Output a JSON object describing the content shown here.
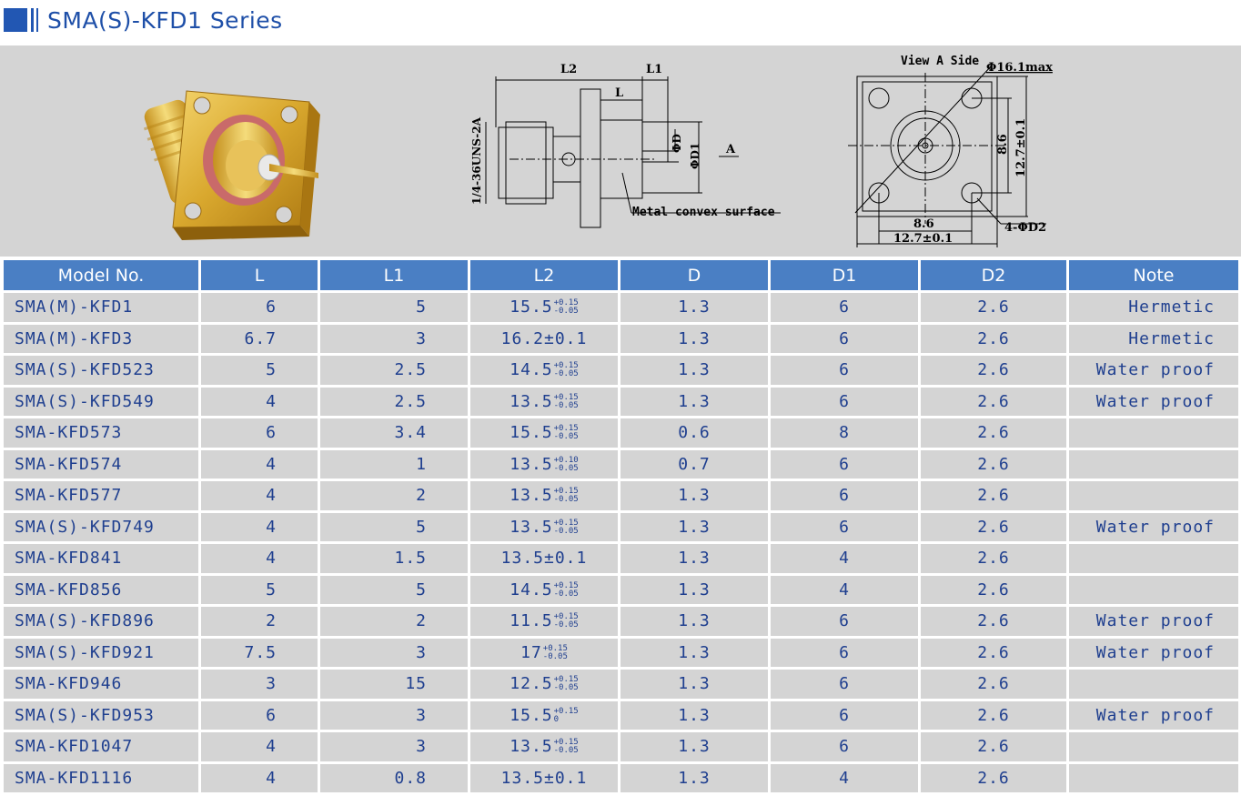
{
  "title": "SMA(S)-KFD1 Series",
  "drawing": {
    "dim_L2": "L2",
    "dim_L1": "L1",
    "dim_L": "L",
    "thread": "1/4-36UNS-2A",
    "dim_phiD": "ΦD",
    "dim_phiD1": "ΦD1",
    "arrow_A": "A",
    "metal_surface": "Metal convex surface",
    "view_label": "View A Side",
    "phi_max": "Φ16.1max",
    "dim_86_v": "8.6",
    "dim_127_v": "12.7±0.1",
    "dim_86_h": "8.6",
    "dim_127_h": "12.7±0.1",
    "holes": "4-ΦD2"
  },
  "table": {
    "headers": [
      "Model No.",
      "L",
      "L1",
      "L2",
      "D",
      "D1",
      "D2",
      "Note"
    ],
    "rows": [
      {
        "model": "SMA(M)-KFD1",
        "L": "6",
        "L1": "5",
        "L2_base": "15.5",
        "L2_tol_up": "+0.15",
        "L2_tol_dn": "-0.05",
        "L2_plain": "",
        "D": "1.3",
        "D1": "6",
        "D2": "2.6",
        "note": "Hermetic"
      },
      {
        "model": "SMA(M)-KFD3",
        "L": "6.7",
        "L1": "3",
        "L2_base": "",
        "L2_tol_up": "",
        "L2_tol_dn": "",
        "L2_plain": "16.2±0.1",
        "D": "1.3",
        "D1": "6",
        "D2": "2.6",
        "note": "Hermetic"
      },
      {
        "model": "SMA(S)-KFD523",
        "L": "5",
        "L1": "2.5",
        "L2_base": "14.5",
        "L2_tol_up": "+0.15",
        "L2_tol_dn": "-0.05",
        "L2_plain": "",
        "D": "1.3",
        "D1": "6",
        "D2": "2.6",
        "note": "Water proof"
      },
      {
        "model": "SMA(S)-KFD549",
        "L": "4",
        "L1": "2.5",
        "L2_base": "13.5",
        "L2_tol_up": "+0.15",
        "L2_tol_dn": "-0.05",
        "L2_plain": "",
        "D": "1.3",
        "D1": "6",
        "D2": "2.6",
        "note": "Water proof"
      },
      {
        "model": "SMA-KFD573",
        "L": "6",
        "L1": "3.4",
        "L2_base": "15.5",
        "L2_tol_up": "+0.15",
        "L2_tol_dn": "-0.05",
        "L2_plain": "",
        "D": "0.6",
        "D1": "8",
        "D2": "2.6",
        "note": ""
      },
      {
        "model": "SMA-KFD574",
        "L": "4",
        "L1": "1",
        "L2_base": "13.5",
        "L2_tol_up": "+0.10",
        "L2_tol_dn": "-0.05",
        "L2_plain": "",
        "D": "0.7",
        "D1": "6",
        "D2": "2.6",
        "note": ""
      },
      {
        "model": "SMA-KFD577",
        "L": "4",
        "L1": "2",
        "L2_base": "13.5",
        "L2_tol_up": "+0.15",
        "L2_tol_dn": "-0.05",
        "L2_plain": "",
        "D": "1.3",
        "D1": "6",
        "D2": "2.6",
        "note": ""
      },
      {
        "model": "SMA(S)-KFD749",
        "L": "4",
        "L1": "5",
        "L2_base": "13.5",
        "L2_tol_up": "+0.15",
        "L2_tol_dn": "-0.05",
        "L2_plain": "",
        "D": "1.3",
        "D1": "6",
        "D2": "2.6",
        "note": "Water proof"
      },
      {
        "model": "SMA-KFD841",
        "L": "4",
        "L1": "1.5",
        "L2_base": "",
        "L2_tol_up": "",
        "L2_tol_dn": "",
        "L2_plain": "13.5±0.1",
        "D": "1.3",
        "D1": "4",
        "D2": "2.6",
        "note": ""
      },
      {
        "model": "SMA-KFD856",
        "L": "5",
        "L1": "5",
        "L2_base": "14.5",
        "L2_tol_up": "+0.15",
        "L2_tol_dn": "-0.05",
        "L2_plain": "",
        "D": "1.3",
        "D1": "4",
        "D2": "2.6",
        "note": ""
      },
      {
        "model": "SMA(S)-KFD896",
        "L": "2",
        "L1": "2",
        "L2_base": "11.5",
        "L2_tol_up": "+0.15",
        "L2_tol_dn": "-0.05",
        "L2_plain": "",
        "D": "1.3",
        "D1": "6",
        "D2": "2.6",
        "note": "Water proof"
      },
      {
        "model": "SMA(S)-KFD921",
        "L": "7.5",
        "L1": "3",
        "L2_base": "17",
        "L2_tol_up": "+0.15",
        "L2_tol_dn": "-0.05",
        "L2_plain": "",
        "D": "1.3",
        "D1": "6",
        "D2": "2.6",
        "note": "Water proof"
      },
      {
        "model": "SMA-KFD946",
        "L": "3",
        "L1": "15",
        "L2_base": "12.5",
        "L2_tol_up": "+0.15",
        "L2_tol_dn": "-0.05",
        "L2_plain": "",
        "D": "1.3",
        "D1": "6",
        "D2": "2.6",
        "note": ""
      },
      {
        "model": "SMA(S)-KFD953",
        "L": "6",
        "L1": "3",
        "L2_base": "15.5",
        "L2_tol_up": "+0.15",
        "L2_tol_dn": "0",
        "L2_plain": "",
        "D": "1.3",
        "D1": "6",
        "D2": "2.6",
        "note": "Water proof"
      },
      {
        "model": "SMA-KFD1047",
        "L": "4",
        "L1": "3",
        "L2_base": "13.5",
        "L2_tol_up": "+0.15",
        "L2_tol_dn": "-0.05",
        "L2_plain": "",
        "D": "1.3",
        "D1": "6",
        "D2": "2.6",
        "note": ""
      },
      {
        "model": "SMA-KFD1116",
        "L": "4",
        "L1": "0.8",
        "L2_base": "",
        "L2_tol_up": "",
        "L2_tol_dn": "",
        "L2_plain": "13.5±0.1",
        "D": "1.3",
        "D1": "4",
        "D2": "2.6",
        "note": ""
      }
    ]
  }
}
